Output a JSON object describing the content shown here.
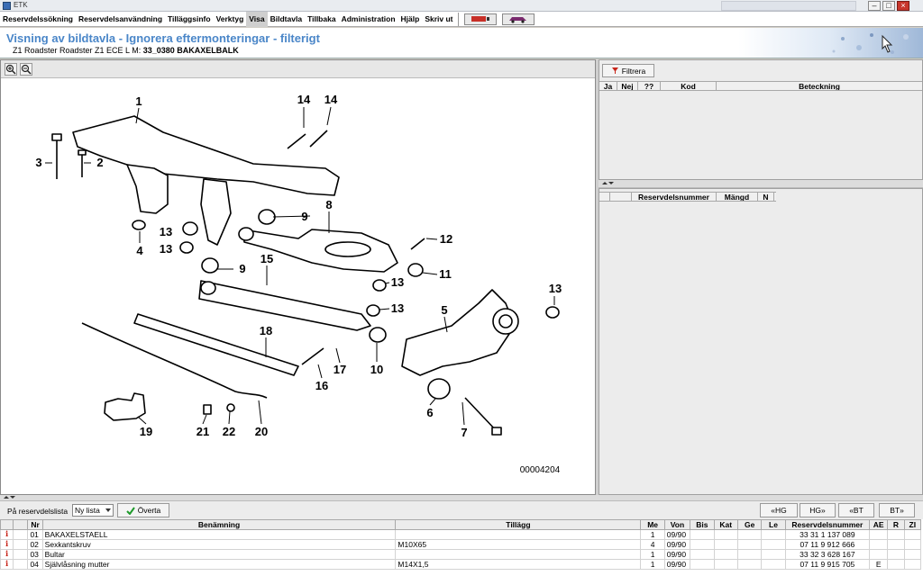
{
  "window": {
    "title": "ETK"
  },
  "menu": {
    "items": [
      "Reservdelssökning",
      "Reservdelsanvändning",
      "Tilläggsinfo",
      "Verktyg",
      "Visa",
      "Bildtavla",
      "Tillbaka",
      "Administration",
      "Hjälp",
      "Skriv ut"
    ],
    "active_index": 4
  },
  "header": {
    "title": "Visning av bildtavla - Ignorera eftermonteringar - filterigt",
    "model": "Z1 Roadster Roadster Z1 ECE  L M:",
    "group": "33_0380 BAKAXELBALK"
  },
  "drawing": {
    "image_code": "00004204",
    "callouts": [
      "1",
      "2",
      "3",
      "4",
      "5",
      "6",
      "7",
      "8",
      "9",
      "9",
      "10",
      "11",
      "12",
      "13",
      "13",
      "13",
      "13",
      "13",
      "14",
      "14",
      "15",
      "16",
      "17",
      "18",
      "19",
      "20",
      "21",
      "22"
    ]
  },
  "filter_panel": {
    "filter_label": "Filtrera",
    "columns": [
      "Ja",
      "Nej",
      "??",
      "Kod",
      "Beteckning"
    ]
  },
  "partlist_panel": {
    "columns": [
      "Reservdelsnummer",
      "Mängd",
      "N"
    ]
  },
  "bottom_bar": {
    "list_label": "På reservdelslista",
    "list_select": "Ny lista",
    "ok_label": "Överta",
    "nav": [
      "«HG",
      "HG»",
      "«BT",
      "BT»"
    ]
  },
  "parts_table": {
    "columns": [
      "Nr",
      "Benämning",
      "Tillägg",
      "Me",
      "Von",
      "Bis",
      "Kat",
      "Ge",
      "Le",
      "Reservdelsnummer",
      "AE",
      "R",
      "ZI"
    ],
    "rows": [
      {
        "nr": "01",
        "name": "BAKAXELSTAELL",
        "addition": "",
        "me": "1",
        "von": "09/90",
        "bis": "",
        "kat": "",
        "ge": "",
        "le": "",
        "part_no": "33 31 1 137 089",
        "ae": "",
        "r": "",
        "zi": ""
      },
      {
        "nr": "02",
        "name": "Sexkantskruv",
        "addition": "M10X65",
        "me": "4",
        "von": "09/90",
        "bis": "",
        "kat": "",
        "ge": "",
        "le": "",
        "part_no": "07 11 9 912 666",
        "ae": "",
        "r": "",
        "zi": ""
      },
      {
        "nr": "03",
        "name": "Bultar",
        "addition": "",
        "me": "1",
        "von": "09/90",
        "bis": "",
        "kat": "",
        "ge": "",
        "le": "",
        "part_no": "33 32 3 628 167",
        "ae": "",
        "r": "",
        "zi": ""
      },
      {
        "nr": "04",
        "name": "Självlåsning mutter",
        "addition": "M14X1,5",
        "me": "1",
        "von": "09/90",
        "bis": "",
        "kat": "",
        "ge": "",
        "le": "",
        "part_no": "07 11 9 915 705",
        "ae": "E",
        "r": "",
        "zi": ""
      }
    ]
  }
}
